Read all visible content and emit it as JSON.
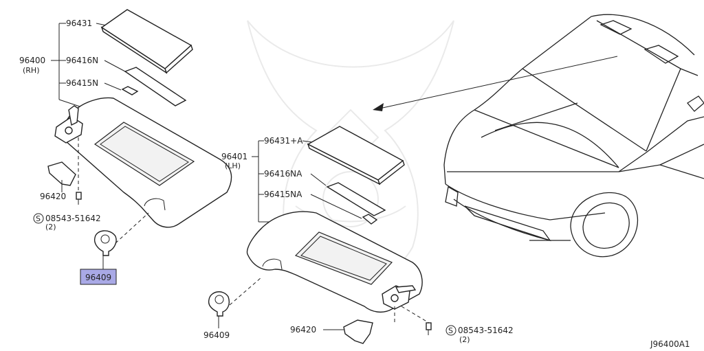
{
  "diagram": {
    "labels": {
      "p96431": "96431",
      "p96400": "96400",
      "p96400_side": "(RH)",
      "p96416N": "96416N",
      "p96415N": "96415N",
      "p96420_rh": "96420",
      "screw_rh": "08543-51642",
      "screw_rh_qty": "(2)",
      "p96409_rh": "96409",
      "p96401": "96401",
      "p96401_side": "(LH)",
      "p96431A": "96431+A",
      "p96416NA": "96416NA",
      "p96415NA": "96415NA",
      "p96409_lh": "96409",
      "p96420_lh": "96420",
      "screw_lh": "08543-51642",
      "screw_lh_qty": "(2)",
      "screw_symbol": "S",
      "diagram_code": "J96400A1"
    },
    "highlight_color": "#a9a9e6"
  }
}
